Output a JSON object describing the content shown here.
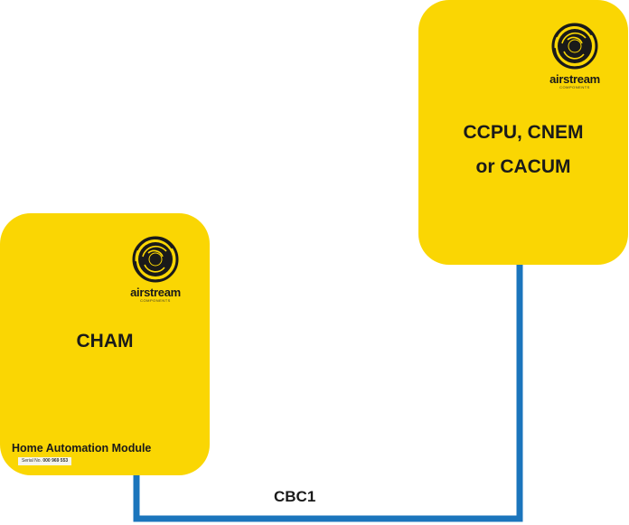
{
  "colors": {
    "module_fill": "#fad603",
    "cable": "#1b75bc",
    "text": "#1a1a1a"
  },
  "modules": [
    {
      "id": "cham",
      "logo_word": "airstream",
      "logo_sub": "COMPONENTS",
      "title": "CHAM",
      "description": "Home Automation Module",
      "serial_prefix": "Serial No.",
      "serial_number": "000 969 553"
    },
    {
      "id": "ccpu",
      "logo_word": "airstream",
      "logo_sub": "COMPONENTS",
      "title_line1": "CCPU, CNEM",
      "title_line2": "or CACUM"
    }
  ],
  "cable": {
    "label": "CBC1"
  },
  "icons": {
    "logo": "airstream-swirl-logo-icon"
  }
}
